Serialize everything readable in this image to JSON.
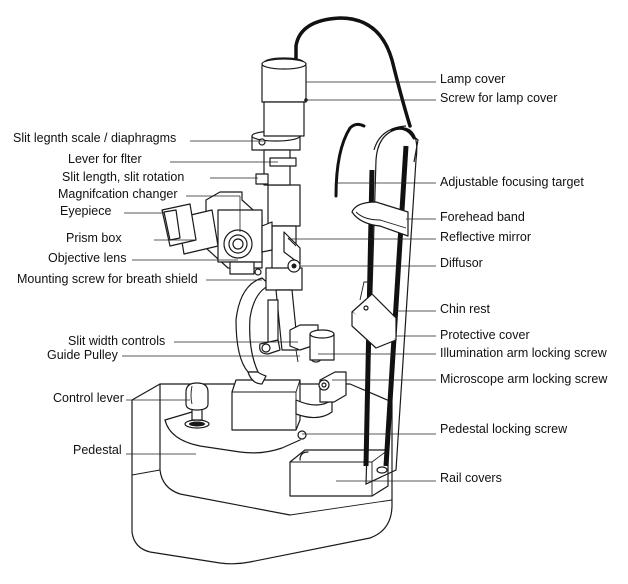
{
  "labels": {
    "lamp_cover": "Lamp cover",
    "screw_lamp_cover": "Screw for lamp cover",
    "slit_scale": "Slit legnth scale / diaphragms",
    "lever_filter": "Lever for flter",
    "slit_length_rotation": "Slit length, slit rotation",
    "magnification_changer": "Magnifcation changer",
    "eyepiece": "Eyepiece",
    "prism_box": "Prism box",
    "objective_lens": "Objective lens",
    "mounting_screw": "Mounting screw for breath shield",
    "slit_width_controls": "Slit width controls",
    "guide_pulley": "Guide Pulley",
    "control_lever": "Control lever",
    "pedestal": "Pedestal",
    "adjustable_focusing_target": "Adjustable focusing target",
    "forehead_band": "Forehead band",
    "reflective_mirror": "Reflective mirror",
    "diffusor": "Diffusor",
    "chin_rest": "Chin rest",
    "protective_cover": "Protective cover",
    "illumination_arm_locking_screw": "Illumination arm locking screw",
    "microscope_arm_locking_screw": "Microscope arm locking screw",
    "pedestal_locking_screw": "Pedestal locking screw",
    "rail_covers": "Rail covers"
  }
}
